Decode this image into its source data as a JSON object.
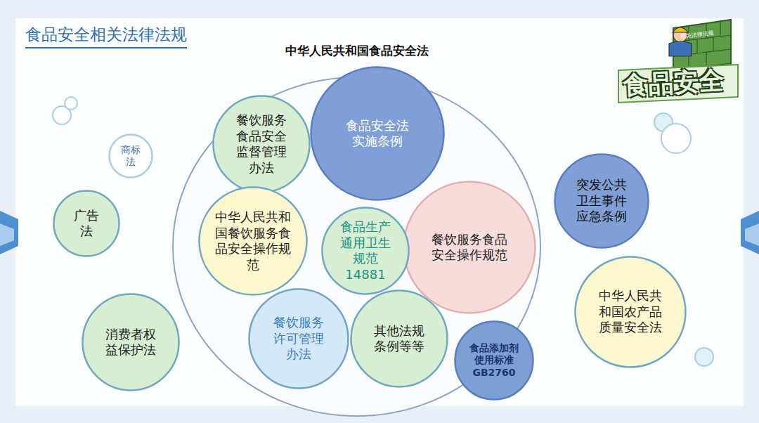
{
  "diagram": {
    "title": "食品安全相关法律法规",
    "nodes": [
      {
        "text": [
          "中华人民共和国食品安全法"
        ]
      },
      {
        "text": [
          "餐饮服务食品安全监督管理办法"
        ],
        "in": 0
      },
      {
        "text": [
          "食品安全法实施条例"
        ],
        "in": 0
      },
      {
        "text": [
          "中华人民共和国餐饮服务食品安全操作规范"
        ],
        "in": 0
      },
      {
        "text": [
          "食品生产通用卫生规范",
          "14881"
        ],
        "in": 0
      },
      {
        "text": [
          "餐饮服务食品安全操作规范"
        ],
        "in": 0
      },
      {
        "text": [
          "餐饮服务许可管理办法"
        ],
        "in": 0
      },
      {
        "text": [
          "其他法规条例等等"
        ],
        "in": 0
      },
      {
        "text": [
          "食品添加剂使用标准",
          "GB2760"
        ]
      },
      {
        "text": [
          "商标法"
        ]
      },
      {
        "text": [
          "广告法"
        ]
      },
      {
        "text": [
          "消费者权益保护法"
        ]
      },
      {
        "text": [
          "突发公共卫生事件应急条例"
        ]
      },
      {
        "text": [
          "中华人民共和国农产品质量安全法"
        ]
      }
    ],
    "labels": [
      "相关法律法规",
      "食品安全"
    ]
  }
}
